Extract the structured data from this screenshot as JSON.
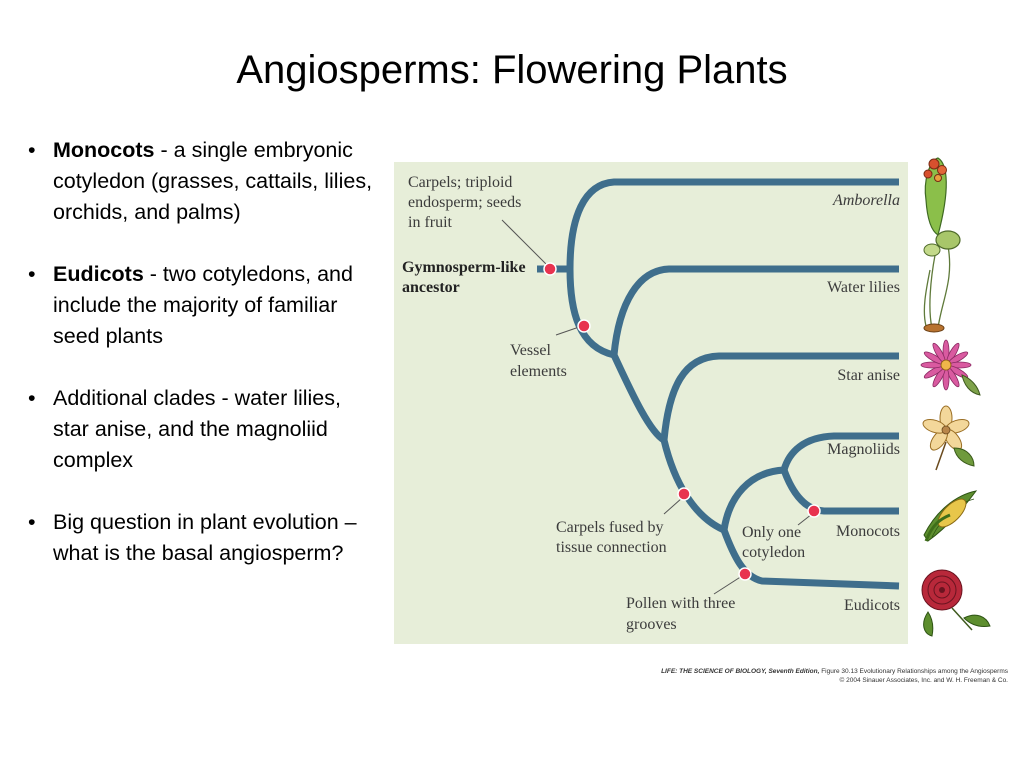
{
  "slide": {
    "title": "Angiosperms: Flowering Plants"
  },
  "bullets": [
    {
      "bold": "Monocots",
      "text": " - a single embryonic cotyledon (grasses, cattails, lilies, orchids, and palms)"
    },
    {
      "bold": "Eudicots",
      "text": " - two cotyledons, and include the majority of familiar seed plants"
    },
    {
      "bold": "",
      "text": "Additional clades - water lilies, star anise, and the magnoliid complex"
    },
    {
      "bold": "",
      "text": "Big question in plant evolution – what is the basal angiosperm?"
    }
  ],
  "bullet_symbol": "•",
  "diagram": {
    "ancestor": [
      "Gymnosperm-like",
      "ancestor"
    ],
    "taxa": [
      "Amborella",
      "Water lilies",
      "Star anise",
      "Magnoliids",
      "Monocots",
      "Eudicots"
    ],
    "traits": {
      "carpels": [
        "Carpels; triploid",
        "endosperm; seeds",
        "in fruit"
      ],
      "vessel": [
        "Vessel",
        "elements"
      ],
      "fused": [
        "Carpels fused by",
        "tissue connection"
      ],
      "cotyledon": [
        "Only one",
        "cotyledon"
      ],
      "pollen": [
        "Pollen with three",
        "grooves"
      ]
    },
    "colors": {
      "branch": "#3f6e8c",
      "background": "#e7eed9",
      "marker": "#e8334f"
    }
  },
  "plant_icons": [
    "amborella-icon",
    "water-lily-icon",
    "star-anise-icon",
    "magnolia-icon",
    "corn-icon",
    "rose-icon"
  ],
  "credit": {
    "line1_title": "LIFE: THE SCIENCE OF BIOLOGY, Seventh Edition,",
    "line1_rest": " Figure 30.13 Evolutionary Relationships among the Angiosperms",
    "line2": "© 2004 Sinauer Associates, Inc. and W. H. Freeman & Co."
  }
}
